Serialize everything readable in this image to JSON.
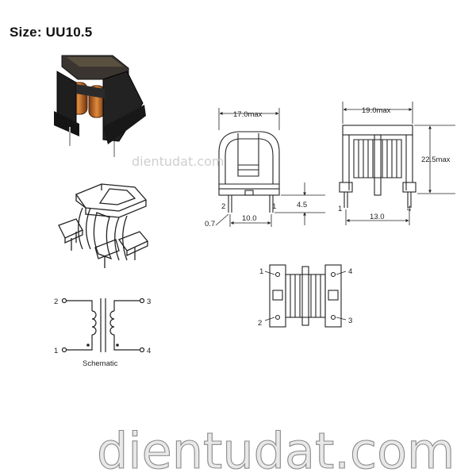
{
  "header": {
    "size_label": "Size:",
    "size_value": "UU10.5"
  },
  "front_view": {
    "width_label": "17.0max",
    "pin_height_label": "4.5",
    "pin_pitch_label": "10.0",
    "pin_dia_label": "0.7",
    "pin_left": "2",
    "pin_right": "1"
  },
  "side_view": {
    "width_label": "19.0max",
    "height_label": "22.5max",
    "pin_pitch_label": "13.0",
    "pin_left": "1",
    "pin_right": "4"
  },
  "bottom_view": {
    "pins": [
      "1",
      "4",
      "2",
      "3"
    ]
  },
  "schematic": {
    "title": "Schematic",
    "pins": [
      "2",
      "3",
      "1",
      "4"
    ]
  },
  "watermark": {
    "small": "dientudat.com",
    "large": "dientudat.com"
  },
  "colors": {
    "body": "#2a2a2a",
    "coil": "#c8702a",
    "line": "#222222"
  }
}
